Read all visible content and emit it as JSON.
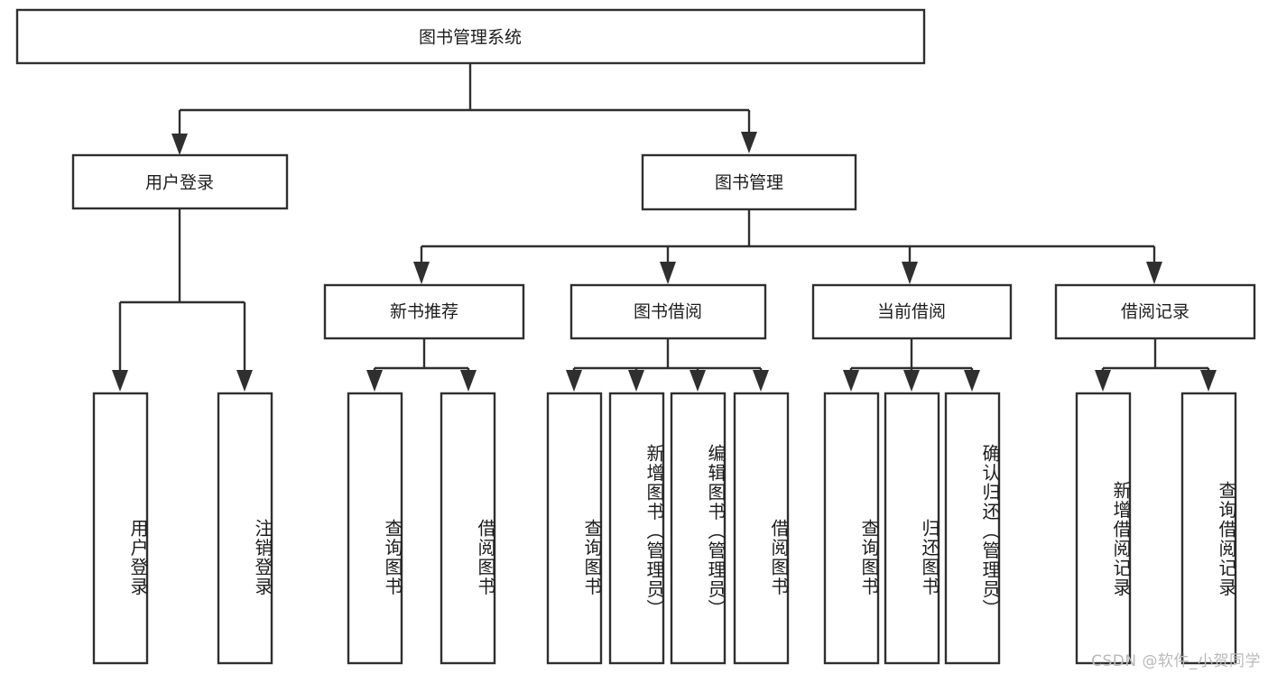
{
  "diagram": {
    "type": "tree",
    "title": "图书管理系统",
    "orientation": "top-down",
    "root": {
      "label": "图书管理系统"
    },
    "level1": [
      {
        "label": "用户登录"
      },
      {
        "label": "图书管理"
      }
    ],
    "level2": [
      {
        "label": "新书推荐"
      },
      {
        "label": "图书借阅"
      },
      {
        "label": "当前借阅"
      },
      {
        "label": "借阅记录"
      }
    ],
    "leaves": {
      "user_login": [
        {
          "label": "用户登录"
        },
        {
          "label": "注销登录"
        }
      ],
      "new_book_recommend": [
        {
          "label": "查询图书"
        },
        {
          "label": "借阅图书"
        }
      ],
      "book_borrow": [
        {
          "label": "查询图书"
        },
        {
          "label": "新增图书（管理员）"
        },
        {
          "label": "编辑图书（管理员）"
        },
        {
          "label": "借阅图书"
        }
      ],
      "current_borrow": [
        {
          "label": "查询图书"
        },
        {
          "label": "归还图书"
        },
        {
          "label": "确认归还（管理员）"
        }
      ],
      "borrow_record": [
        {
          "label": "新增借阅记录"
        },
        {
          "label": "查询借阅记录"
        }
      ]
    }
  },
  "watermark": {
    "text": "CSDN @软件_小贺同学"
  },
  "colors": {
    "stroke": "#2f2f2f",
    "fill": "#ffffff",
    "text": "#1d1d1d",
    "watermark": "#b9b9b9"
  }
}
